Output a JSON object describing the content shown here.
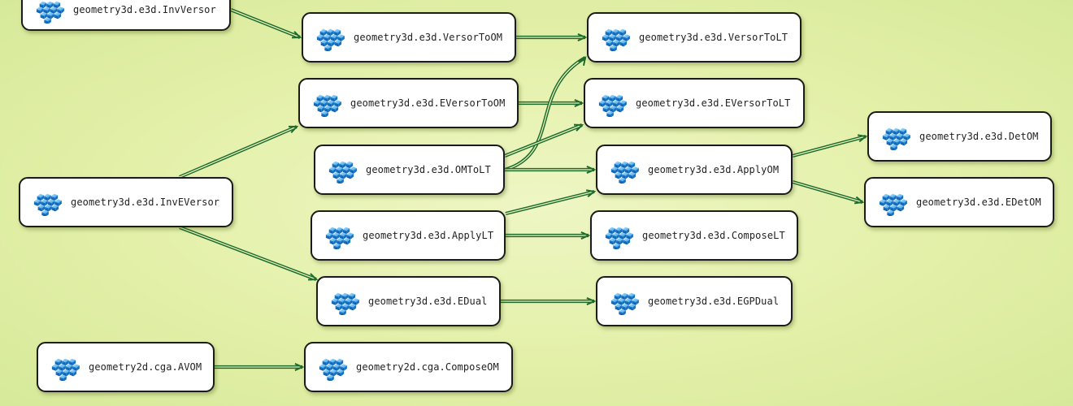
{
  "nodes": [
    {
      "id": "invversor",
      "label": "geometry3d.e3d.InvVersor"
    },
    {
      "id": "versortoom",
      "label": "geometry3d.e3d.VersorToOM"
    },
    {
      "id": "versortolt",
      "label": "geometry3d.e3d.VersorToLT"
    },
    {
      "id": "eversortoom",
      "label": "geometry3d.e3d.EVersorToOM"
    },
    {
      "id": "eversortolt",
      "label": "geometry3d.e3d.EVersorToLT"
    },
    {
      "id": "detom",
      "label": "geometry3d.e3d.DetOM"
    },
    {
      "id": "omtolt",
      "label": "geometry3d.e3d.OMToLT"
    },
    {
      "id": "applyom",
      "label": "geometry3d.e3d.ApplyOM"
    },
    {
      "id": "inveversor",
      "label": "geometry3d.e3d.InvEVersor"
    },
    {
      "id": "edetom",
      "label": "geometry3d.e3d.EDetOM"
    },
    {
      "id": "applylt",
      "label": "geometry3d.e3d.ApplyLT"
    },
    {
      "id": "composelt",
      "label": "geometry3d.e3d.ComposeLT"
    },
    {
      "id": "edual",
      "label": "geometry3d.e3d.EDual"
    },
    {
      "id": "egpdual",
      "label": "geometry3d.e3d.EGPDual"
    },
    {
      "id": "avom",
      "label": "geometry2d.cga.AVOM"
    },
    {
      "id": "composeom",
      "label": "geometry2d.cga.ComposeOM"
    }
  ],
  "edges": [
    [
      "invversor",
      "versortoom"
    ],
    [
      "versortoom",
      "versortolt"
    ],
    [
      "eversortoom",
      "eversortolt"
    ],
    [
      "omtolt",
      "versortolt"
    ],
    [
      "omtolt",
      "eversortolt"
    ],
    [
      "omtolt",
      "applyom"
    ],
    [
      "inveversor",
      "eversortoom"
    ],
    [
      "inveversor",
      "edual"
    ],
    [
      "applyom",
      "detom"
    ],
    [
      "applyom",
      "edetom"
    ],
    [
      "applylt",
      "applyom"
    ],
    [
      "applylt",
      "composelt"
    ],
    [
      "edual",
      "egpdual"
    ],
    [
      "avom",
      "composeom"
    ]
  ],
  "colors": {
    "edge": "#1e6b2a",
    "edge_light": "#e8f3c0",
    "node_border": "#1b1b1b"
  },
  "icon": "component-blocks-icon"
}
